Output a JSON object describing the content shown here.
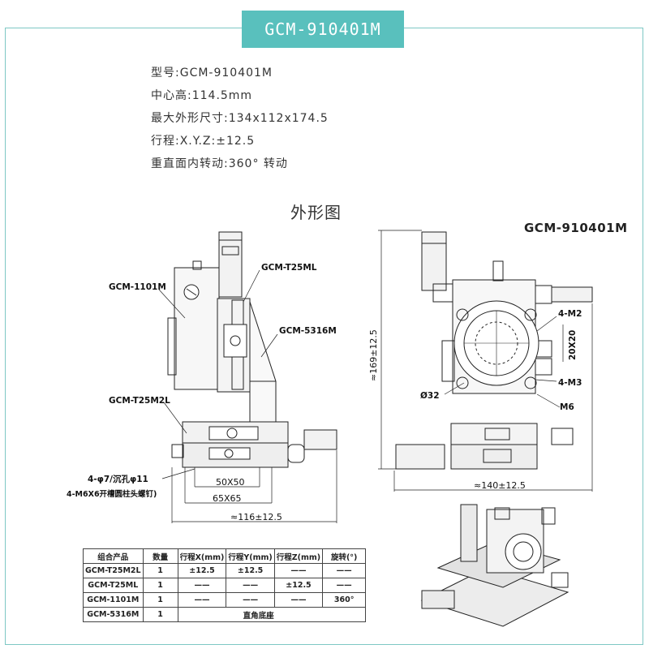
{
  "header": {
    "title": "GCM-910401M"
  },
  "specs": [
    {
      "label": "型号:",
      "value": "GCM-910401M"
    },
    {
      "label": "中心高:",
      "value": "114.5mm"
    },
    {
      "label": "最大外形尺寸:",
      "value": "134x112x174.5"
    },
    {
      "label": "行程:",
      "value": "X.Y.Z:±12.5"
    },
    {
      "label": "重直面内转动:",
      "value": "360° 转动"
    }
  ],
  "drawing": {
    "title": "外形图",
    "model_label": "GCM-910401M",
    "left_view": {
      "parts": [
        "GCM-1101M",
        "GCM-T25ML",
        "GCM-5316M",
        "GCM-T25M2L"
      ],
      "hole_note": "4-φ7/沉孔φ11",
      "screw_note": "4-M6X6开槽圆柱头螺钉)",
      "dims": [
        "50X50",
        "65X65",
        "≈116±12.5"
      ]
    },
    "front_view": {
      "labels": [
        "4-M2",
        "20X20",
        "4-M3",
        "Ø32",
        "M6"
      ],
      "dims": [
        "≈169±12.5",
        "≈140±12.5"
      ]
    }
  },
  "table": {
    "headers": [
      "组合产品",
      "数量",
      "行程X(mm)",
      "行程Y(mm)",
      "行程Z(mm)",
      "旋转(°)"
    ],
    "rows": [
      [
        "GCM-T25M2L",
        "1",
        "±12.5",
        "±12.5",
        "——",
        "——"
      ],
      [
        "GCM-T25ML",
        "1",
        "——",
        "——",
        "±12.5",
        "——"
      ],
      [
        "GCM-1101M",
        "1",
        "——",
        "——",
        "——",
        "360°"
      ],
      [
        "GCM-5316M",
        "1",
        "直角底座",
        "",
        "",
        ""
      ]
    ]
  },
  "colors": {
    "accent": "#59c0bd",
    "frame": "#7ec8c4"
  }
}
